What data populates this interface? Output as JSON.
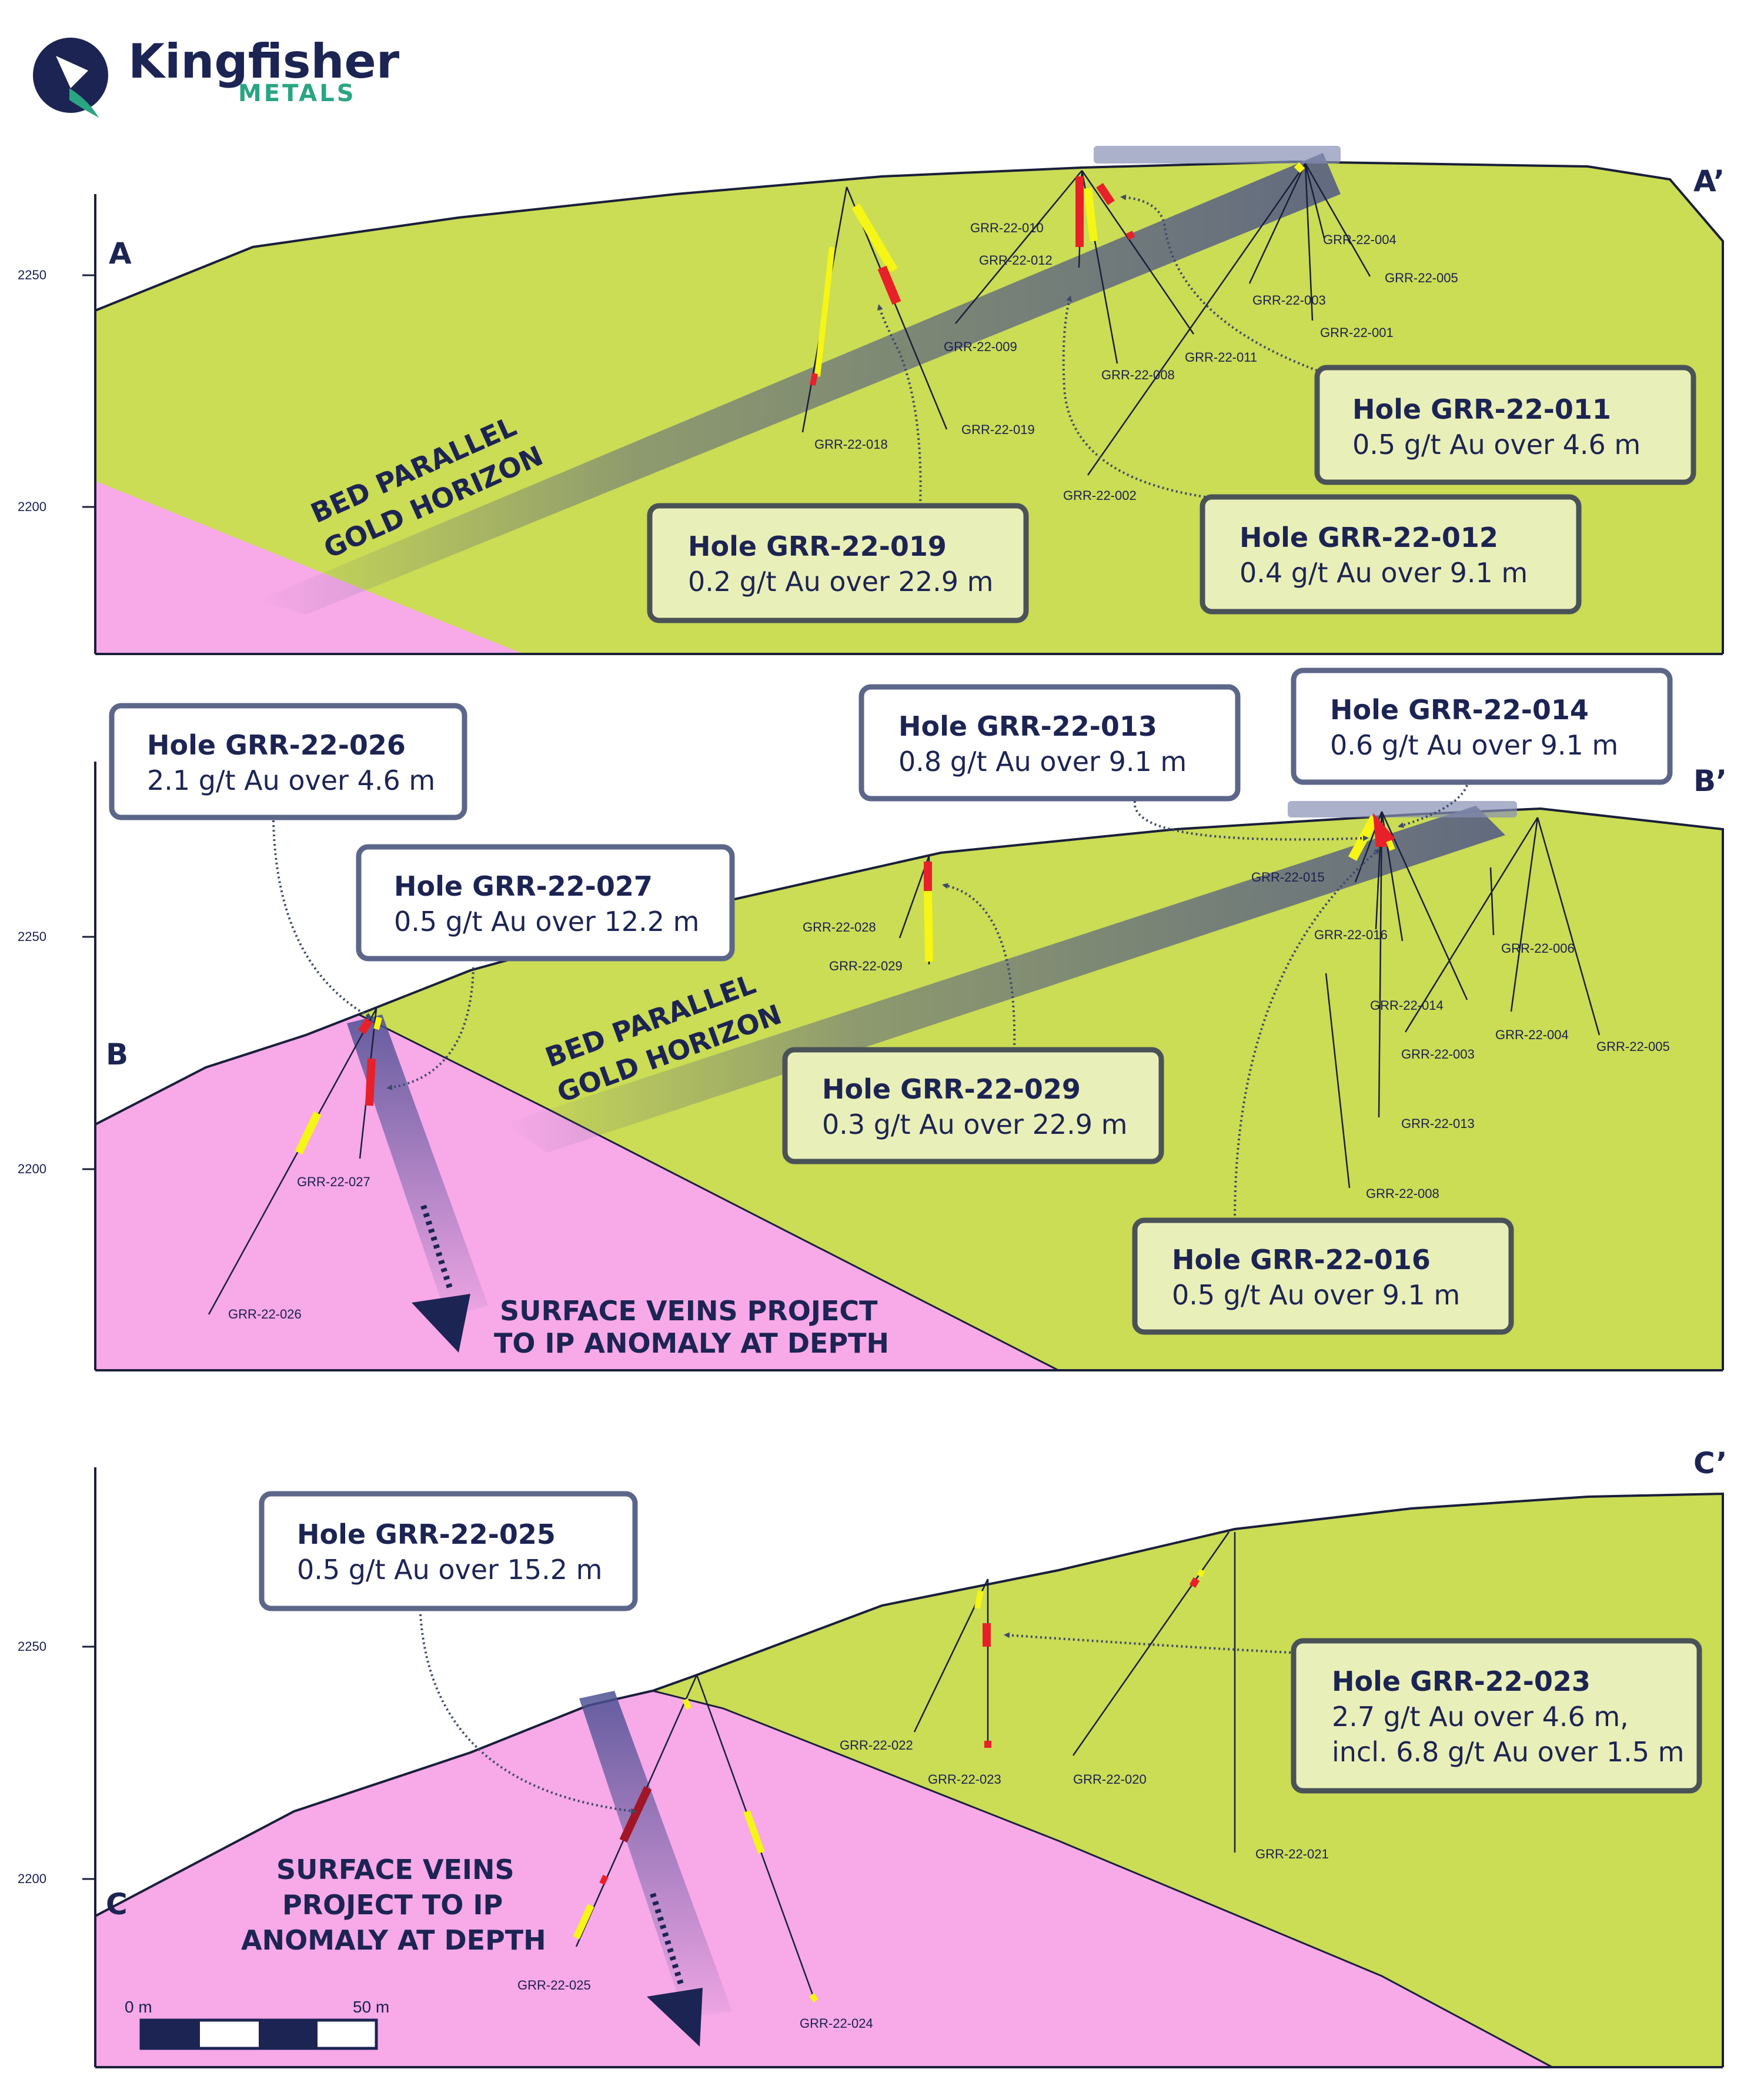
{
  "brand": {
    "name": "Kingfisher",
    "sub": "METALS"
  },
  "panels": [
    {
      "id": "A",
      "left_label": "A",
      "right_label": "A’",
      "ticks": [
        "2250",
        "2200"
      ],
      "horizon_label": [
        "BED PARALLEL",
        "GOLD HORIZON"
      ],
      "holes": [
        "GRR-22-010",
        "GRR-22-012",
        "GRR-22-009",
        "GRR-22-008",
        "GRR-22-011",
        "GRR-22-003",
        "GRR-22-001",
        "GRR-22-004",
        "GRR-22-005",
        "GRR-22-018",
        "GRR-22-019",
        "GRR-22-002"
      ],
      "boxes": [
        {
          "title": "Hole GRR-22-011",
          "lines": [
            "0.5 g/t Au over 4.6 m"
          ]
        },
        {
          "title": "Hole GRR-22-019",
          "lines": [
            "0.2 g/t Au over 22.9 m"
          ]
        },
        {
          "title": "Hole GRR-22-012",
          "lines": [
            "0.4 g/t Au over 9.1 m"
          ]
        }
      ]
    },
    {
      "id": "B",
      "left_label": "B",
      "right_label": "B’",
      "ticks": [
        "2250",
        "2200"
      ],
      "horizon_label": [
        "BED PARALLEL",
        "GOLD HORIZON"
      ],
      "veins_label": [
        "SURFACE VEINS PROJECT",
        "TO IP ANOMALY AT DEPTH"
      ],
      "holes": [
        "GRR-22-015",
        "GRR-22-016",
        "GRR-22-006",
        "GRR-22-014",
        "GRR-22-003",
        "GRR-22-004",
        "GRR-22-005",
        "GRR-22-013",
        "GRR-22-008",
        "GRR-22-028",
        "GRR-22-029",
        "GRR-22-027",
        "GRR-22-026"
      ],
      "boxes": [
        {
          "title": "Hole GRR-22-026",
          "lines": [
            "2.1 g/t Au over 4.6 m"
          ]
        },
        {
          "title": "Hole GRR-22-027",
          "lines": [
            "0.5 g/t Au over 12.2 m"
          ]
        },
        {
          "title": "Hole GRR-22-013",
          "lines": [
            "0.8 g/t Au over 9.1 m"
          ]
        },
        {
          "title": "Hole GRR-22-014",
          "lines": [
            "0.6 g/t Au over 9.1 m"
          ]
        },
        {
          "title": "Hole GRR-22-029",
          "lines": [
            "0.3 g/t Au over 22.9 m"
          ]
        },
        {
          "title": "Hole GRR-22-016",
          "lines": [
            "0.5 g/t Au over 9.1 m"
          ]
        }
      ]
    },
    {
      "id": "C",
      "left_label": "C",
      "right_label": "C’",
      "ticks": [
        "2250",
        "2200"
      ],
      "veins_label": [
        "SURFACE VEINS",
        "PROJECT TO IP",
        "ANOMALY AT DEPTH"
      ],
      "holes": [
        "GRR-22-022",
        "GRR-22-023",
        "GRR-22-020",
        "GRR-22-021",
        "GRR-22-025",
        "GRR-22-024"
      ],
      "boxes": [
        {
          "title": "Hole GRR-22-025",
          "lines": [
            "0.5 g/t Au over 15.2 m"
          ]
        },
        {
          "title": "Hole GRR-22-023",
          "lines": [
            "2.7 g/t Au over 4.6 m,",
            "incl. 6.8 g/t Au over 1.5 m"
          ]
        }
      ]
    }
  ],
  "scale_bar": {
    "start": "0 m",
    "end": "50 m"
  },
  "colors": {
    "green": "#cbdc55",
    "pink": "#f7a9e8",
    "navy": "#1c2453",
    "box_fill": "#e9efb8",
    "box_border": "#4a5258",
    "callout_border": "#5c6688",
    "highlight_red": "#e8202a",
    "highlight_yellow": "#f5f516",
    "horizon": "#6b6f86",
    "ip_arrow": "#2a2e6e"
  }
}
